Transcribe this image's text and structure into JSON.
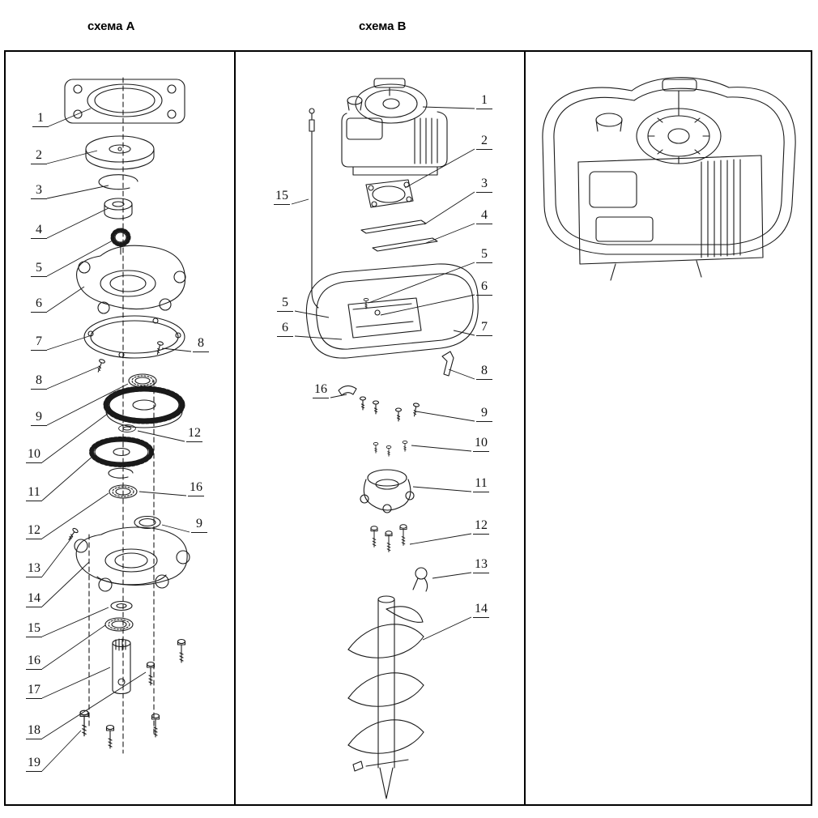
{
  "titles": {
    "schema_a": "схема A",
    "schema_b": "схема B"
  },
  "colors": {
    "line": "#1a1a1a",
    "background": "#ffffff"
  },
  "panel_a": {
    "callouts_left": [
      "1",
      "2",
      "3",
      "4",
      "5",
      "6",
      "7",
      "8",
      "9",
      "10",
      "11",
      "12",
      "13",
      "14",
      "15",
      "16",
      "17",
      "18",
      "19"
    ],
    "callouts_right": [
      "8",
      "12",
      "16",
      "9"
    ]
  },
  "panel_b": {
    "callouts_right": [
      "1",
      "2",
      "3",
      "4",
      "5",
      "6",
      "7",
      "8",
      "9",
      "10",
      "11",
      "12",
      "13",
      "14"
    ],
    "callouts_left": [
      "15",
      "5",
      "6",
      "16"
    ]
  }
}
